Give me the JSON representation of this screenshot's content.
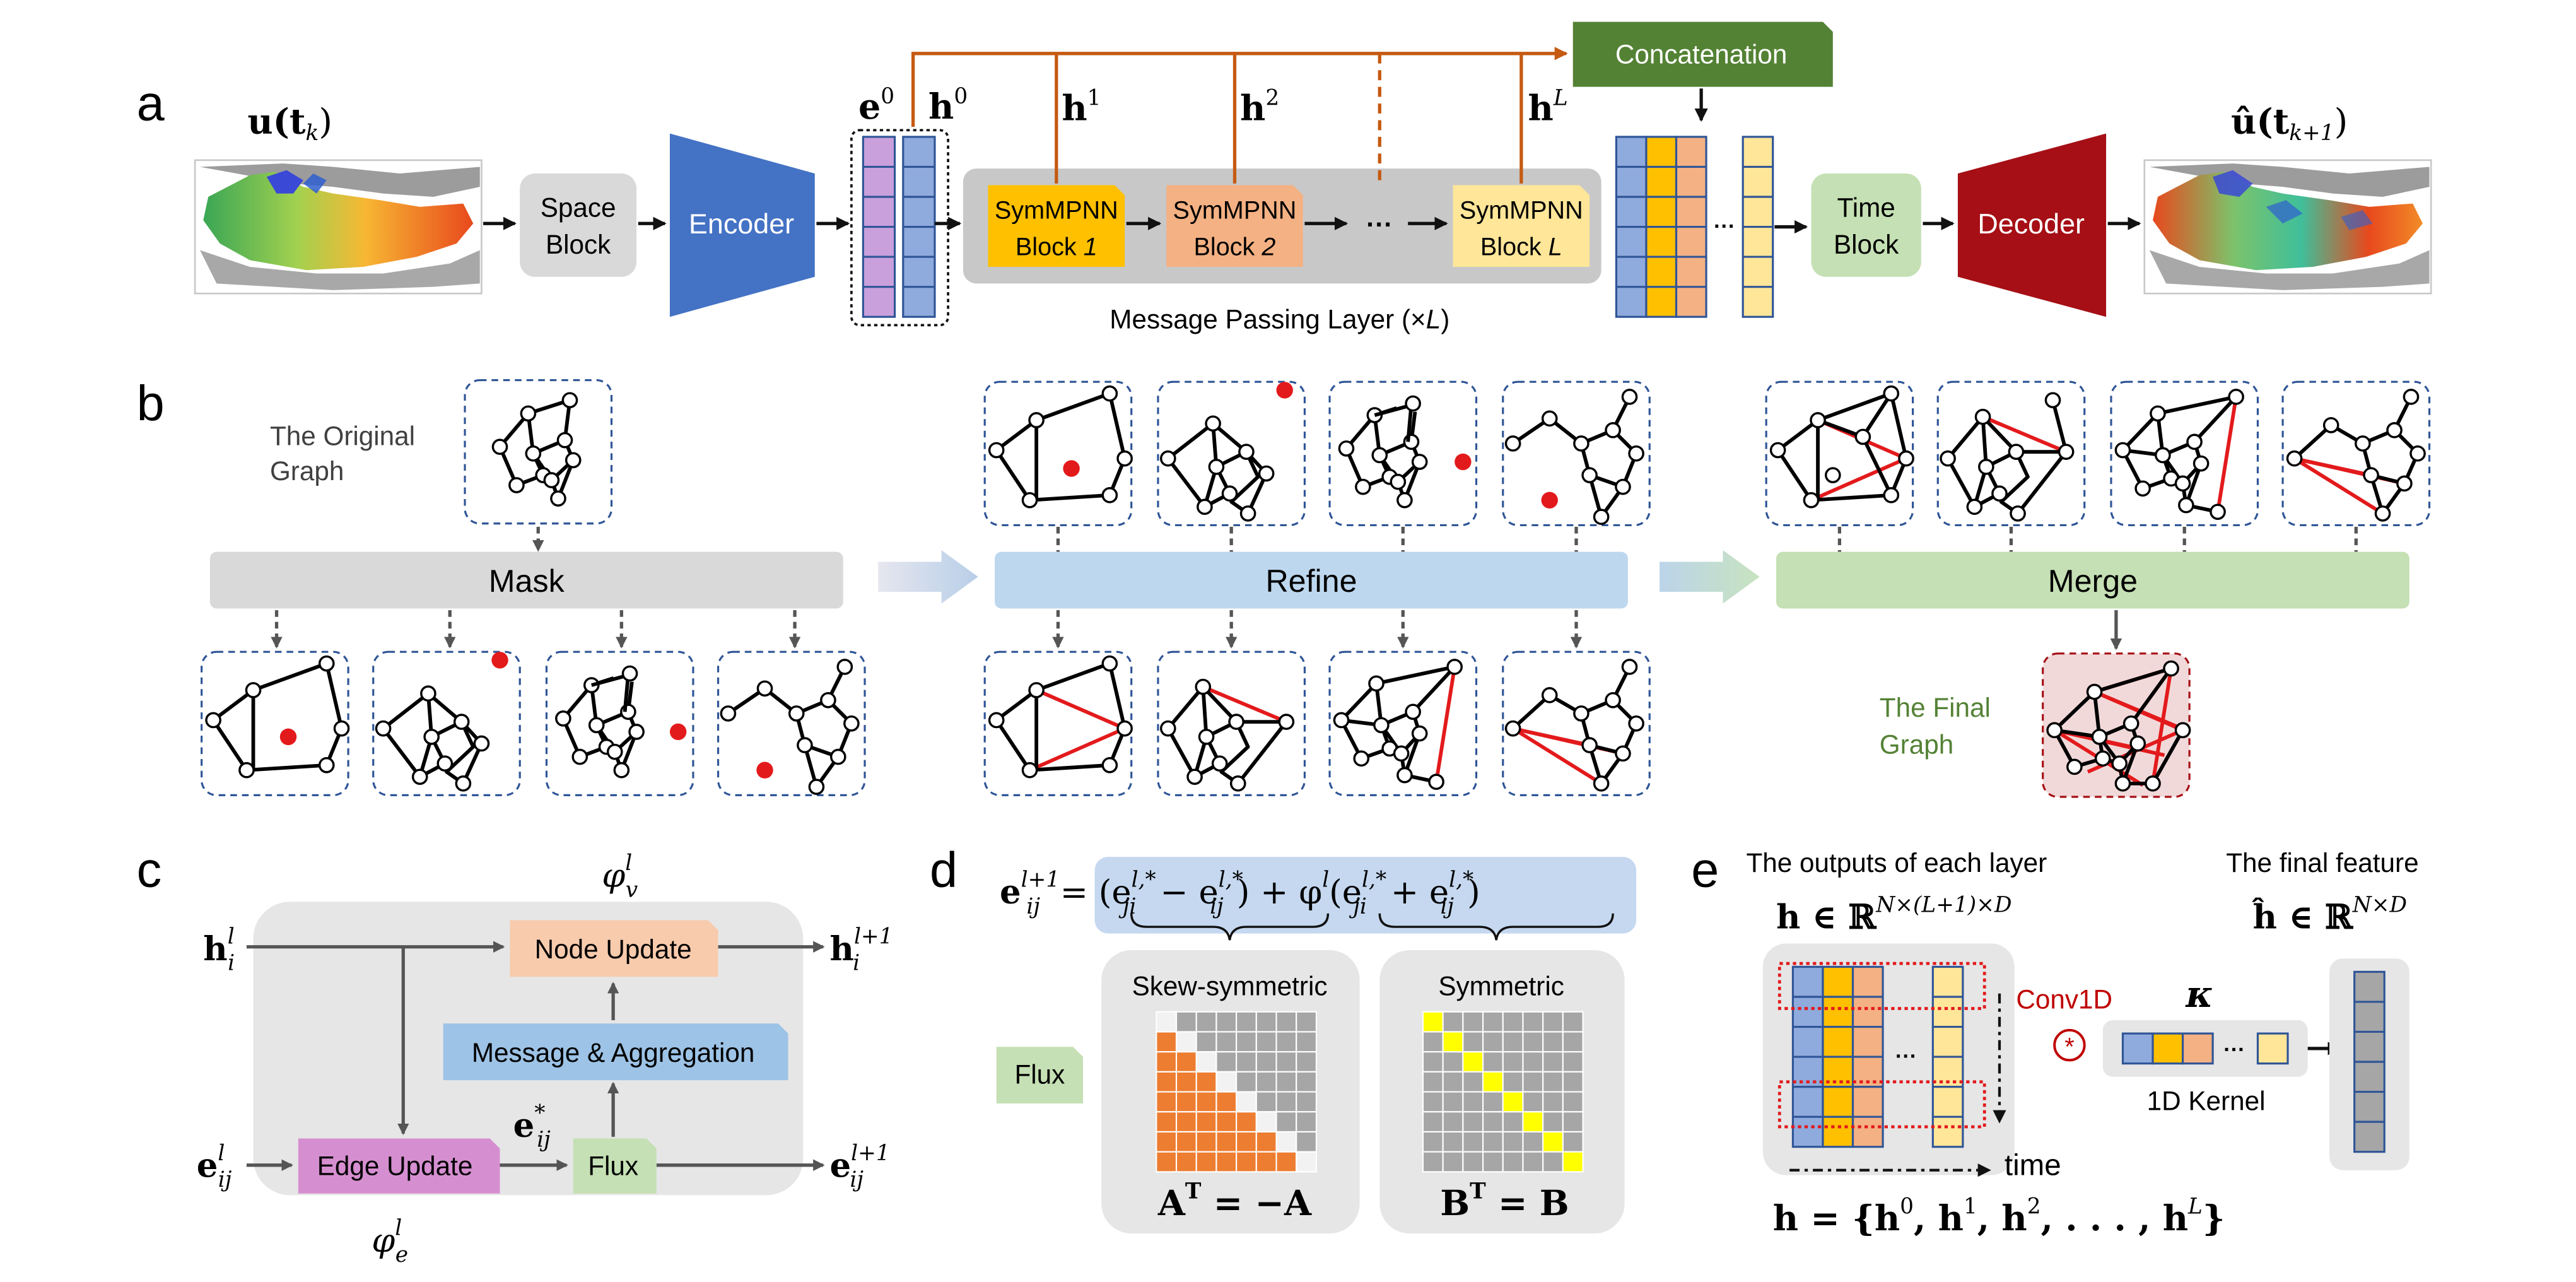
{
  "panels": {
    "a": "a",
    "b": "b",
    "c": "c",
    "d": "d",
    "e": "e"
  },
  "colors": {
    "space_block": "#d9d9d9",
    "encoder": "#4472c4",
    "decoder": "#a50f15",
    "concat": "#548235",
    "mp_layer_bg": "#c8c8c8",
    "block1": "#ffc000",
    "block2": "#f4b183",
    "blockL": "#ffe699",
    "time_block": "#c5e0b4",
    "edge_feature": "#c9a0dc",
    "node_feature": "#8faadc",
    "mask_bar": "#d9d9d9",
    "refine_bar": "#bdd7ee",
    "merge_bar": "#c5e0b4",
    "arrow_orange": "#c55a11",
    "red": "#e31a1c",
    "graph_box": "#2f5597",
    "final_graph_bg": "#f2d9d9",
    "node_update": "#f8cbad",
    "message_agg": "#9dc3e6",
    "edge_update": "#d58fd0",
    "flux": "#c5e0b4",
    "skew_cell": "#ed7d31",
    "sym_cell": "#ffff00",
    "matrix_grey": "#a6a6a6",
    "conv_red": "#c00000"
  },
  "a": {
    "input_label": "u(t",
    "input_sub": "k",
    "space_block": [
      "Space",
      "Block"
    ],
    "encoder": "Encoder",
    "e0": "e",
    "e0_sup": "0",
    "h0": "h",
    "h0_sup": "0",
    "h1": "h",
    "h1_sup": "1",
    "h2": "h",
    "h2_sup": "2",
    "hL": "h",
    "hL_sup": "L",
    "concatenation": "Concatenation",
    "blocks": [
      {
        "line1": "SymMPNN",
        "line2": "Block ",
        "italic": "1"
      },
      {
        "line1": "SymMPNN",
        "line2": "Block ",
        "italic": "2"
      },
      {
        "line1": "SymMPNN",
        "line2": "Block ",
        "italic": "L"
      }
    ],
    "ellipsis": "···",
    "mp_layer": "Message Passing Layer (×",
    "mp_layer_italic": "L",
    "mp_layer_close": ")",
    "time_block": [
      "Time",
      "Block"
    ],
    "decoder": "Decoder",
    "output_label": "û(t",
    "output_sub": "k+1"
  },
  "b": {
    "original_graph": [
      "The Original",
      "Graph"
    ],
    "mask": "Mask",
    "refine": "Refine",
    "merge": "Merge",
    "final_graph": [
      "The Final",
      "Graph"
    ]
  },
  "c": {
    "phi_v": "φ",
    "phi_v_sup": "l",
    "phi_v_sub": "v",
    "phi_e": "φ",
    "phi_e_sup": "l",
    "phi_e_sub": "e",
    "h_in": "h",
    "h_in_sup": "l",
    "h_in_sub": "i",
    "h_out": "h",
    "h_out_sup": "l+1",
    "h_out_sub": "i",
    "e_in": "e",
    "e_in_sup": "l",
    "e_in_sub": "ij",
    "e_out": "e",
    "e_out_sup": "l+1",
    "e_out_sub": "ij",
    "e_star": "e",
    "e_star_sup": "*",
    "e_star_sub": "ij",
    "node_update": "Node Update",
    "message_aggregation": "Message & Aggregation",
    "edge_update": "Edge Update",
    "flux": "Flux"
  },
  "d": {
    "lhs": "e",
    "lhs_sup": "l+1",
    "lhs_sub": "ij",
    "eq_part1": "= (e",
    "t1_sup": "l,*",
    "t1_sub": "ji",
    "minus": " − e",
    "t2_sup": "l,*",
    "t2_sub": "ij",
    "eq_part2": ") + φ",
    "phi_sup": "l",
    "open": "(e",
    "t3_sup": "l,*",
    "t3_sub": "ji",
    "plus": " + e",
    "t4_sup": "l,*",
    "t4_sub": "ij",
    "close": ")",
    "flux": "Flux",
    "skew_symmetric": "Skew-symmetric",
    "symmetric": "Symmetric",
    "skew_eq_a": "A",
    "skew_eq_sup": "T",
    "skew_eq_rest": " = −A",
    "sym_eq_a": "B",
    "sym_eq_sup": "T",
    "sym_eq_rest": " = B"
  },
  "e": {
    "outputs_title": "The outputs of each layer",
    "final_title": "The final feature",
    "h_space": "h ∈ ℝ",
    "h_space_sup": "N×(L+1)×D",
    "hhat_space": "ĥ ∈ ℝ",
    "hhat_space_sup": "N×D",
    "conv1d": "Conv1D",
    "conv_op": "*",
    "kappa": "κ",
    "kernel": "1D Kernel",
    "ellipsis": "···",
    "time": "time",
    "h_set": "h = {h",
    "h_set_rest": ", h",
    "h_set_end": ", . . . , h",
    "s0": "0",
    "s1": "1",
    "s2": "2",
    "sL": "L",
    "brace_close": "}"
  }
}
